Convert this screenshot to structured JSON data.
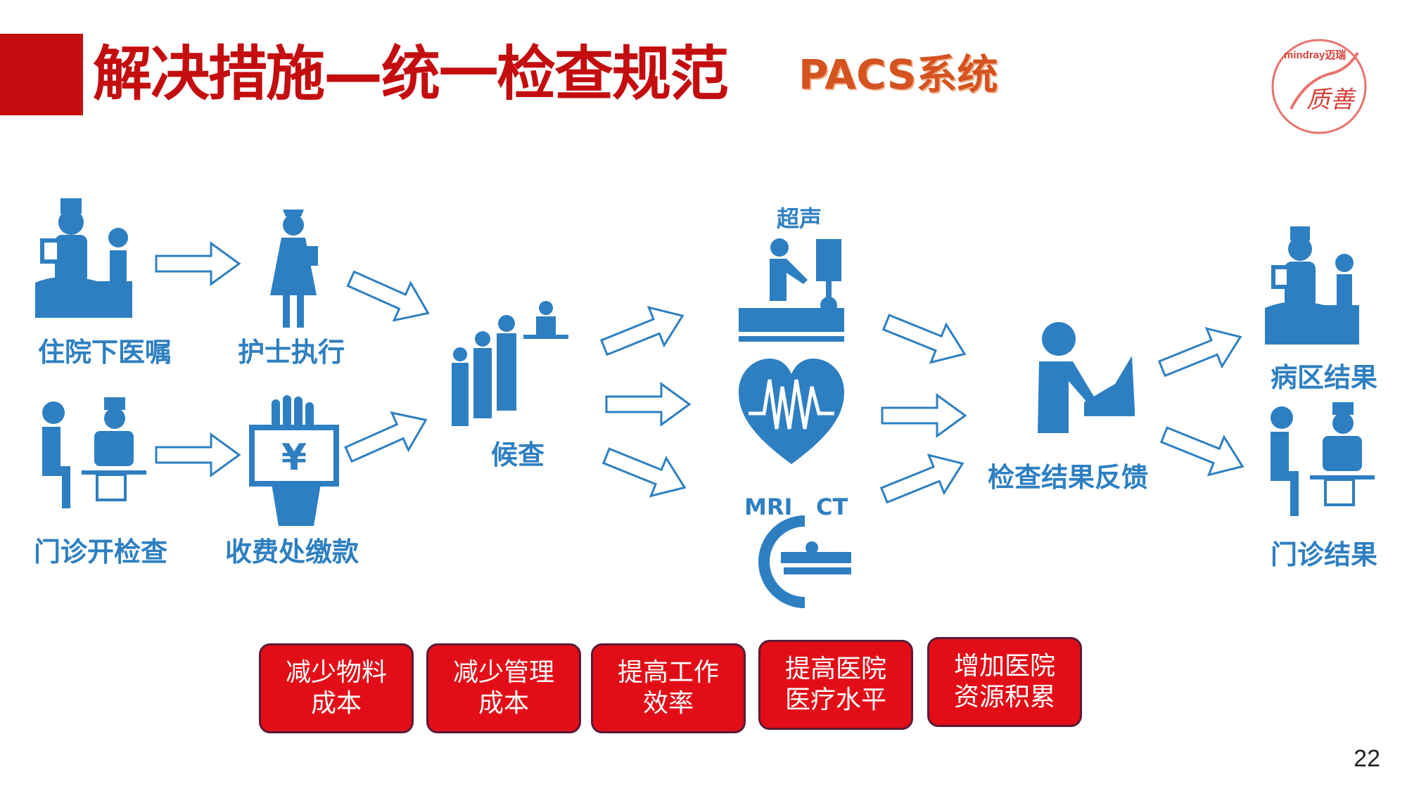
{
  "slide": {
    "title": "解决措施—统一检查规范",
    "subtitle": "PACS系统",
    "page_number": "22",
    "logo": {
      "brand": "mindray迈瑞",
      "text": "质善"
    }
  },
  "colors": {
    "title_red": "#c40d0f",
    "accent_orange": "#d4531f",
    "icon_blue": "#2e7fc1",
    "box_red": "#e30d17"
  },
  "flow": {
    "inpatient_order": "住院下医嘱",
    "nurse_execute": "护士执行",
    "outpatient_exam": "门诊开检查",
    "payment": "收费处缴款",
    "waiting": "候查",
    "ultrasound": "超声",
    "mri": "MRI",
    "ct": "CT",
    "feedback": "检查结果反馈",
    "ward_result": "病区结果",
    "outpatient_result": "门诊结果"
  },
  "benefits": [
    {
      "line1": "减少物料",
      "line2": "成本"
    },
    {
      "line1": "减少管理",
      "line2": "成本"
    },
    {
      "line1": "提高工作",
      "line2": "效率"
    },
    {
      "line1": "提高医院",
      "line2": "医疗水平"
    },
    {
      "line1": "增加医院",
      "line2": "资源积累"
    }
  ]
}
